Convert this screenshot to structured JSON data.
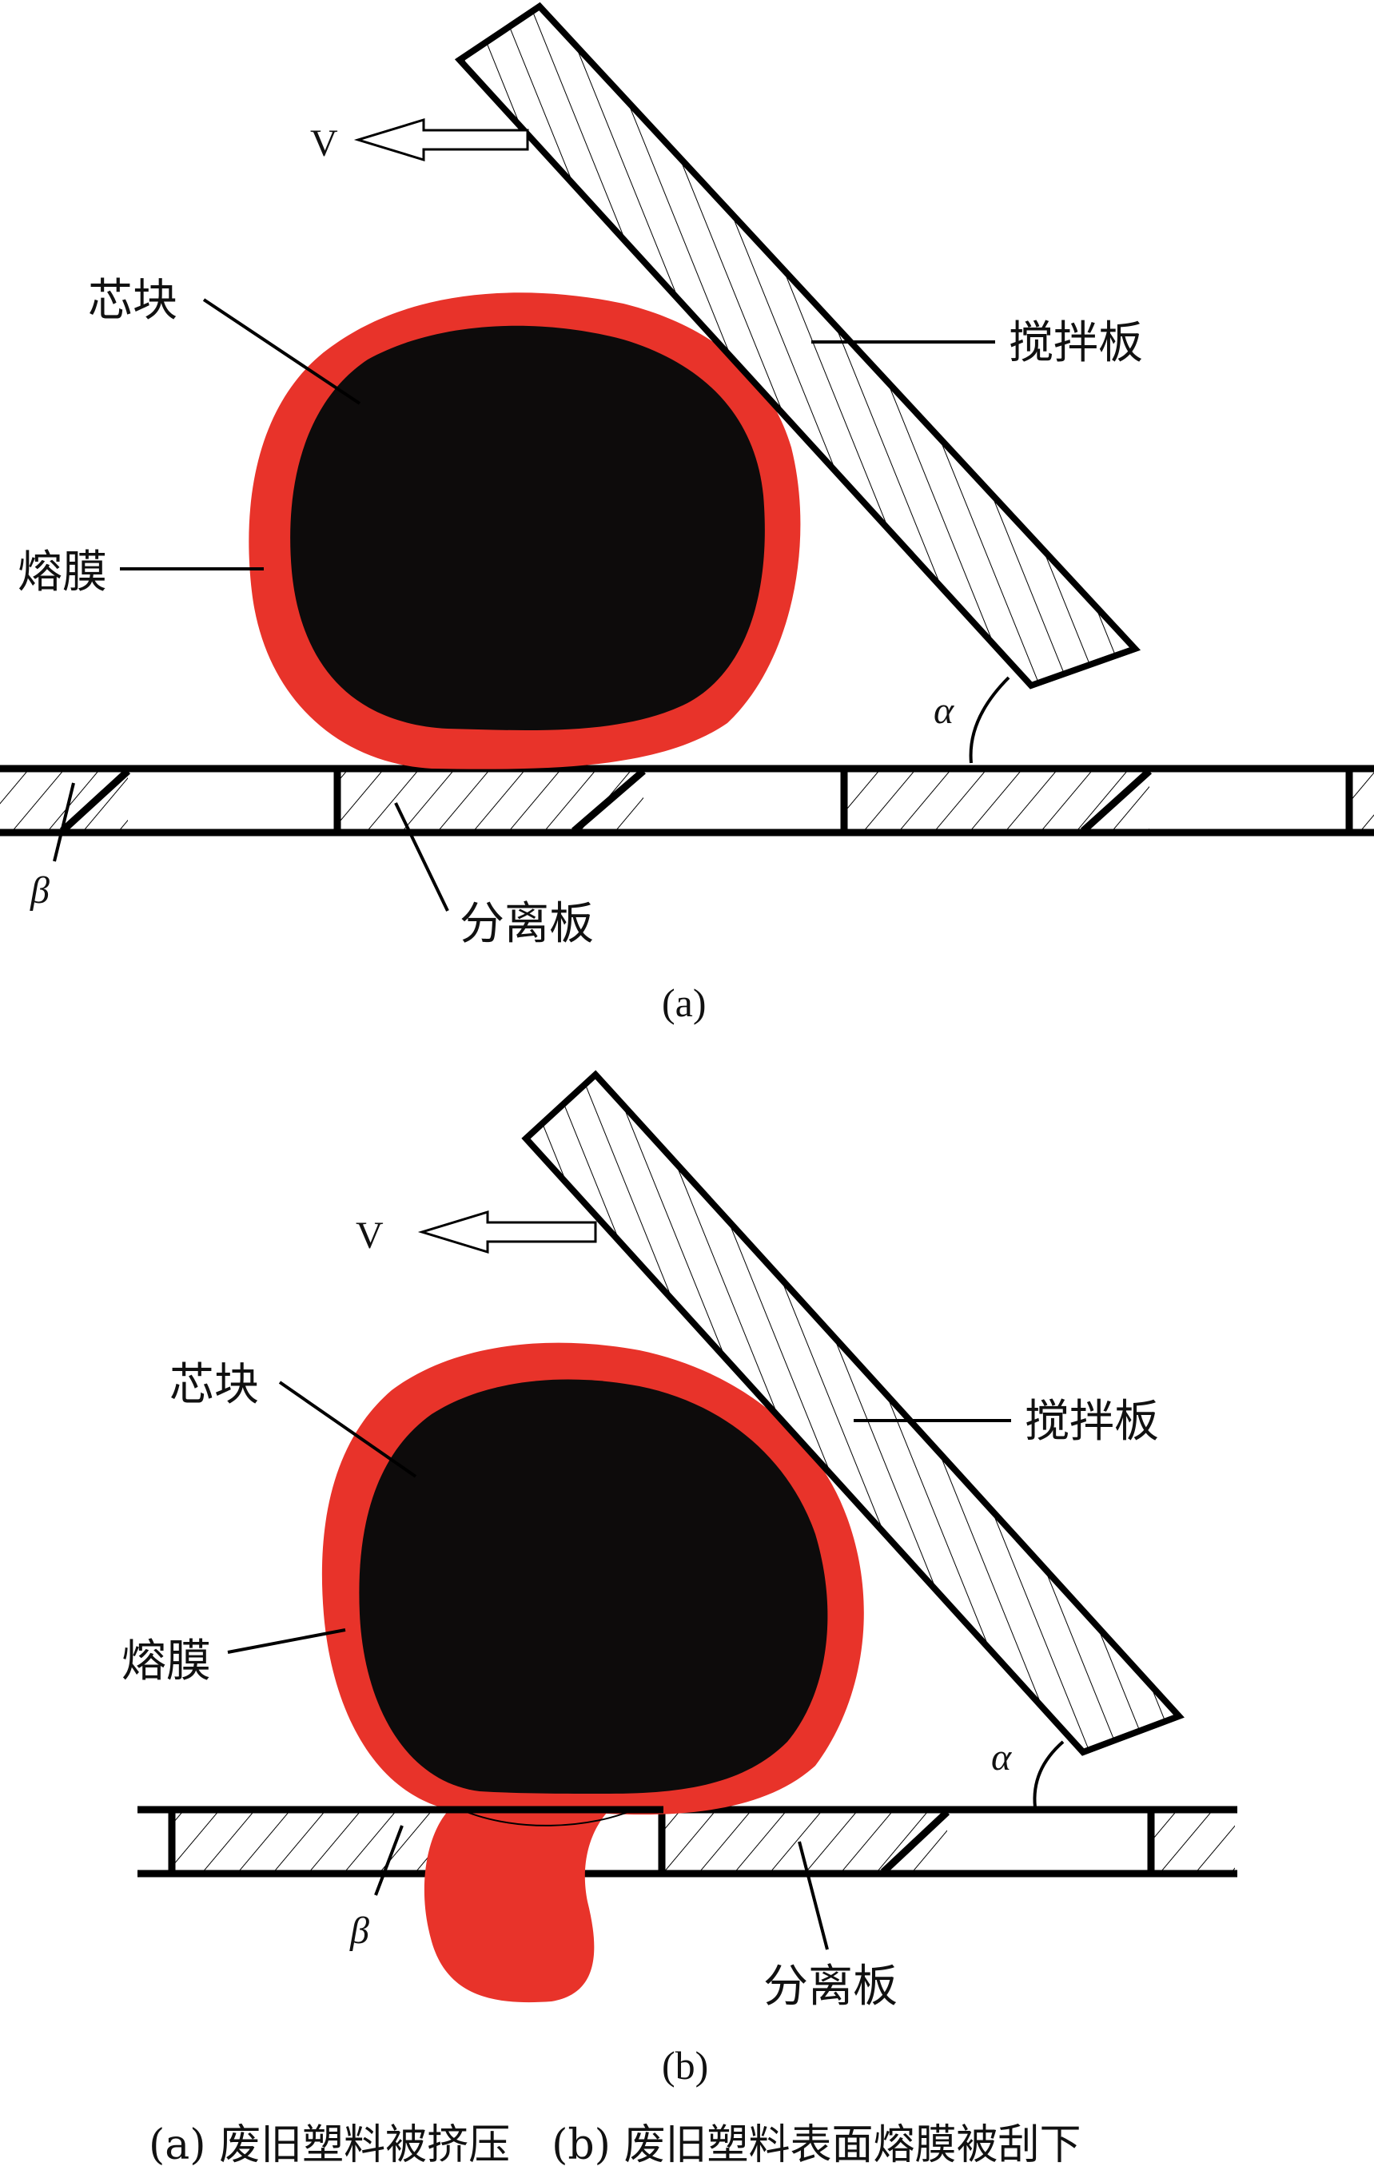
{
  "panel_a": {
    "velocity": "V",
    "core": "芯块",
    "film": "熔膜",
    "stir_plate": "搅拌板",
    "alpha": "α",
    "beta": "β",
    "sep_plate": "分离板",
    "sublabel": "(a)"
  },
  "panel_b": {
    "velocity": "V",
    "core": "芯块",
    "film": "熔膜",
    "stir_plate": "搅拌板",
    "alpha": "α",
    "beta": "β",
    "sep_plate": "分离板",
    "sublabel": "(b)"
  },
  "caption": "(a) 废旧塑料被挤压　(b) 废旧塑料表面熔膜被刮下",
  "colors": {
    "film": "#e8332a",
    "core": "#0d0b0b",
    "line": "#000000"
  }
}
